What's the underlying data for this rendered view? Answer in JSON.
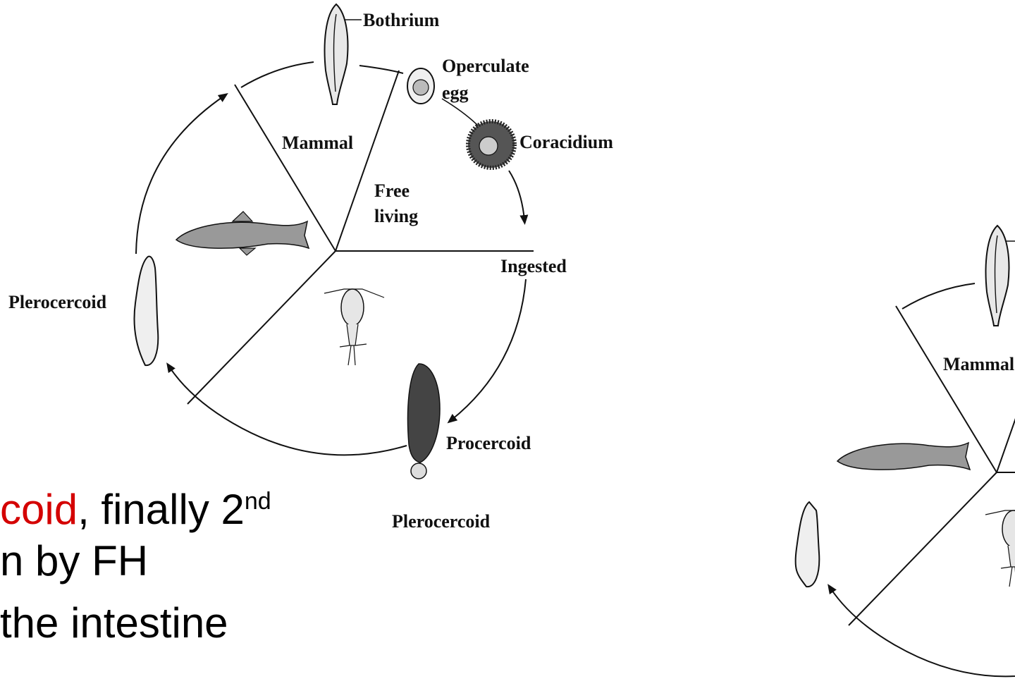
{
  "slide_text": {
    "line1_red": "coid",
    "line1_rest": ", finally 2",
    "line1_sup": "nd",
    "line2": "n by FH",
    "line3": " the intestine"
  },
  "diagram_labels": {
    "bothrium": "Bothrium",
    "operculate": "Operculate",
    "egg": "egg",
    "coracidium": "Coracidium",
    "mammal": "Mammal",
    "free": "Free",
    "living": "living",
    "ingested": "Ingested",
    "plerocercoid": "Plerocercoid",
    "procercoid": "Procercoid"
  }
}
